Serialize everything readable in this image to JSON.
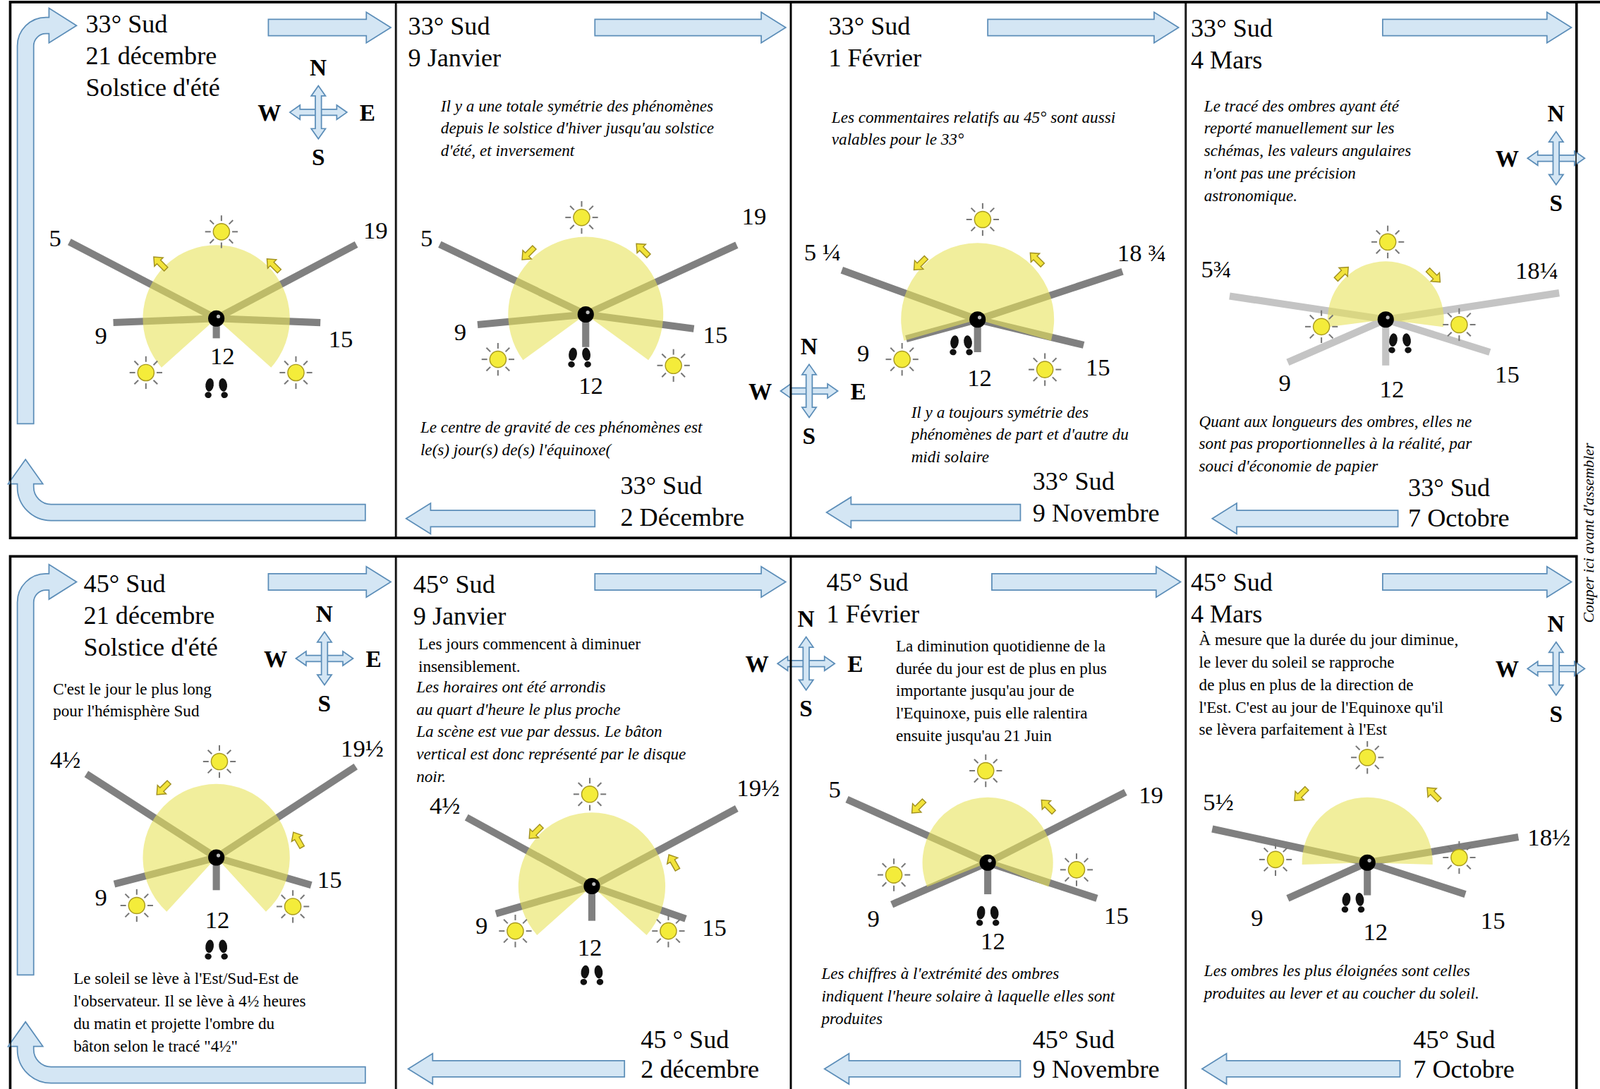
{
  "diagram": {
    "nodes": [
      {
        "text": [
          "33° Sud 21 décembre Solstice d'été",
          "5",
          "19",
          "9",
          "15",
          "12"
        ]
      },
      {
        "text": [
          "33° Sud 9 Janvier",
          "Il y a une totale symétrie des phénomènes depuis le solstice d'hiver jusqu'au solstice d'été, et inversement",
          "5",
          "19",
          "9",
          "15",
          "12",
          "Le centre de gravité de ces phénomènes est le(s) jour(s) de(s) l'équinoxe(",
          "33° Sud 2 Décembre"
        ]
      },
      {
        "text": [
          "33° Sud 1 Février",
          "Les commentaires relatifs au 45° sont aussi valables pour le 33°",
          "5 ¼",
          "18 ¾",
          "9",
          "15",
          "12",
          "Il y a toujours symétrie des phénomènes de part et d'autre du midi solaire",
          "33° Sud 9 Novembre"
        ]
      },
      {
        "text": [
          "33° Sud 4 Mars",
          "Le tracé des ombres ayant été reporté manuellement sur les schémas, les valeurs angulaires n'ont pas une précision astronomique.",
          "5¾",
          "18¼",
          "9",
          "12",
          "15",
          "Quant aux longueurs des ombres, elles ne sont pas proportionnelles à la réalité, par souci d'économie de papier",
          "33° Sud 7 Octobre"
        ]
      },
      {
        "text": [
          "45° Sud 21 décembre Solstice d'été",
          "C'est le jour le plus long pour l'hémisphère Sud",
          "4½",
          "19½",
          "9",
          "15",
          "12",
          "Le soleil se lève à l'Est/Sud-Est de l'observateur. Il se lève à 4½ heures du matin et projette l'ombre du bâton selon le tracé \"4½\""
        ]
      },
      {
        "text": [
          "45° Sud 9 Janvier",
          "Les jours commencent à diminuer insensiblement.",
          "Les horaires ont été arrondis au quart d'heure le plus proche La scène est vue par dessus. Le bâton vertical est donc représenté par le disque noir.",
          "4½",
          "19½",
          "9",
          "15",
          "12",
          "45 ° Sud 2 décembre"
        ]
      },
      {
        "text": [
          "45° Sud 1 Février",
          "La diminution quotidienne de la durée du jour est de plus en plus importante jusqu'au jour de l'Equinoxe, puis elle ralentira ensuite jusqu'au 21 Juin",
          "5",
          "19",
          "9",
          "15",
          "12",
          "Les chiffres à l'extrémité des ombres indiquent l'heure solaire à laquelle elles sont produites",
          "45° Sud 9 Novembre"
        ]
      },
      {
        "text": [
          "45° Sud 4 Mars",
          "À mesure que la durée du jour diminue, le lever du soleil se rapproche de plus en plus de la direction de l'Est. C'est au jour de l'Equinoxe qu'il se lèvera parfaitement à l'Est",
          "5½",
          "18½",
          "9",
          "12",
          "15",
          "Les ombres les plus éloignées sont celles produites au lever et au coucher du soleil.",
          "45° Sud 7 Octobre"
        ]
      }
    ],
    "labels": [
      "N",
      "W",
      "E",
      "S",
      "N",
      "W",
      "E",
      "S",
      "N",
      "W",
      "S",
      "Couper ici avant d'assembler",
      "N",
      "W",
      "E",
      "S",
      "N",
      "W",
      "E",
      "S",
      "N",
      "W",
      "S"
    ]
  }
}
